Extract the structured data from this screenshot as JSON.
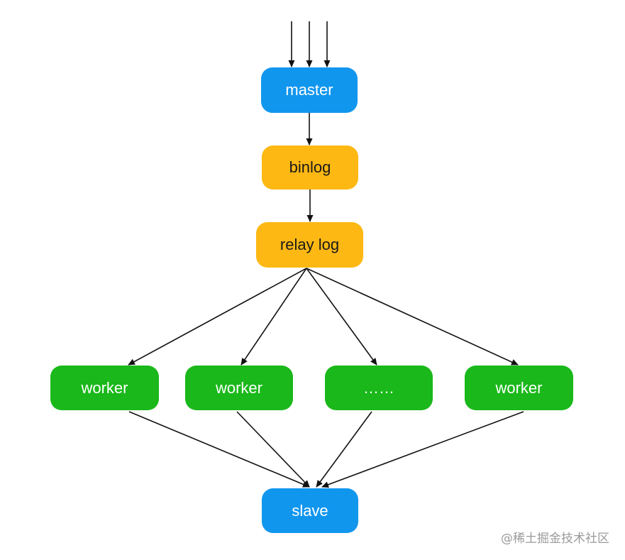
{
  "colors": {
    "blue": "#1196ee",
    "orange": "#fdb813",
    "green": "#1ab81a",
    "edge": "#111111"
  },
  "nodes": {
    "master": "master",
    "binlog": "binlog",
    "relay_log": "relay log",
    "worker_1": "worker",
    "worker_2": "worker",
    "worker_ellipsis": "……",
    "worker_4": "worker",
    "slave": "slave"
  },
  "edges": [
    {
      "from": "input",
      "to": "master"
    },
    {
      "from": "input",
      "to": "master"
    },
    {
      "from": "input",
      "to": "master"
    },
    {
      "from": "master",
      "to": "binlog"
    },
    {
      "from": "binlog",
      "to": "relay_log"
    },
    {
      "from": "relay_log",
      "to": "worker_1"
    },
    {
      "from": "relay_log",
      "to": "worker_2"
    },
    {
      "from": "relay_log",
      "to": "worker_ellipsis"
    },
    {
      "from": "relay_log",
      "to": "worker_4"
    },
    {
      "from": "worker_1",
      "to": "slave"
    },
    {
      "from": "worker_2",
      "to": "slave"
    },
    {
      "from": "worker_ellipsis",
      "to": "slave"
    },
    {
      "from": "worker_4",
      "to": "slave"
    }
  ],
  "watermark": "@稀土掘金技术社区"
}
